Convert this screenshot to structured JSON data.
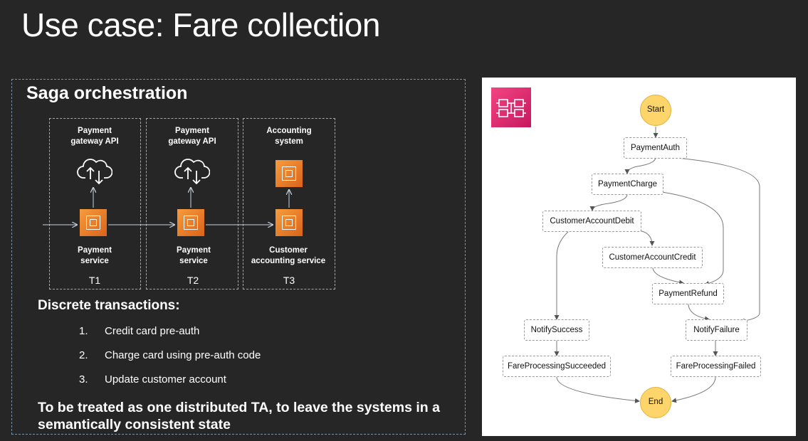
{
  "slide": {
    "title": "Use case: Fare collection"
  },
  "saga": {
    "title": "Saga orchestration",
    "transactions": [
      {
        "external_label": "Payment\ngateway API",
        "external_icon": "cloud-upload-download-icon",
        "service_label": "Payment\nservice",
        "step": "T1"
      },
      {
        "external_label": "Payment\ngateway API",
        "external_icon": "cloud-upload-download-icon",
        "service_label": "Payment\nservice",
        "step": "T2"
      },
      {
        "external_label": "Accounting\nsystem",
        "external_icon": "compute-chip-icon",
        "service_label": "Customer\naccounting service",
        "step": "T3"
      }
    ],
    "discrete_heading": "Discrete transactions:",
    "steps": [
      {
        "num": "1.",
        "text": "Credit card pre-auth"
      },
      {
        "num": "2.",
        "text": "Charge card using pre-auth code"
      },
      {
        "num": "3.",
        "text": "Update customer account"
      }
    ],
    "conclusion": "To be treated as one distributed TA, to leave the systems in a semantically consistent state"
  },
  "workflow": {
    "logo_icon": "step-functions-icon",
    "start": "Start",
    "end": "End",
    "states": {
      "payment_auth": "PaymentAuth",
      "payment_charge": "PaymentCharge",
      "customer_account_debit": "CustomerAccountDebit",
      "customer_account_credit": "CustomerAccountCredit",
      "payment_refund": "PaymentRefund",
      "notify_success": "NotifySuccess",
      "notify_failure": "NotifyFailure",
      "fare_processing_succeeded": "FareProcessingSucceeded",
      "fare_processing_failed": "FareProcessingFailed"
    }
  },
  "colors": {
    "background": "#262626",
    "compute_orange": "#e8721f",
    "step_functions_pink": "#e7157b",
    "terminal_yellow": "#fdd56a"
  }
}
